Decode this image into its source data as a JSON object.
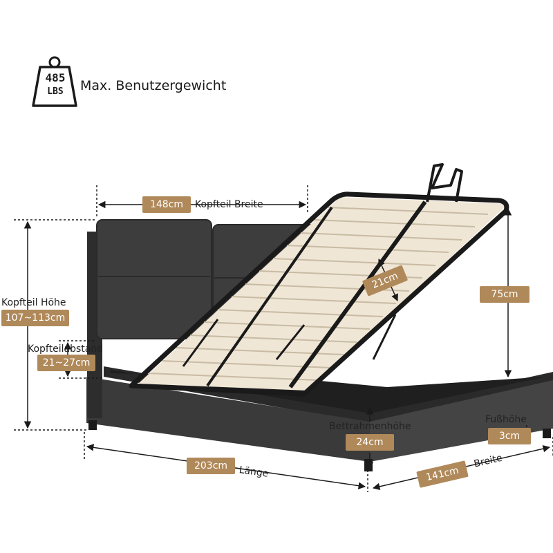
{
  "weight": {
    "number": "485",
    "unit": "LBS",
    "label": "Max. Benutzergewicht"
  },
  "dimensions": {
    "headboard_width": {
      "value": "148cm",
      "label": "Kopfteil Breite"
    },
    "lift_height": {
      "value": "75cm"
    },
    "gas_strut_gap": {
      "value": "21cm"
    },
    "headboard_height": {
      "value": "107~113cm",
      "label": "Kopfteil Höhe"
    },
    "headboard_distance": {
      "value": "21~27cm",
      "label": "Kopfteilabstand"
    },
    "frame_height": {
      "value": "24cm",
      "label": "Bettrahmenhöhe"
    },
    "foot_height": {
      "value": "3cm",
      "label": "Fußhöhe"
    },
    "length": {
      "value": "203cm",
      "label": "Länge"
    },
    "width": {
      "value": "141cm",
      "label": "Breite"
    }
  },
  "colors": {
    "accent": "#b0895a",
    "bed_fabric": "#3a3a3a",
    "slats": "#efe6d6",
    "lines": "#1a1a1a"
  }
}
